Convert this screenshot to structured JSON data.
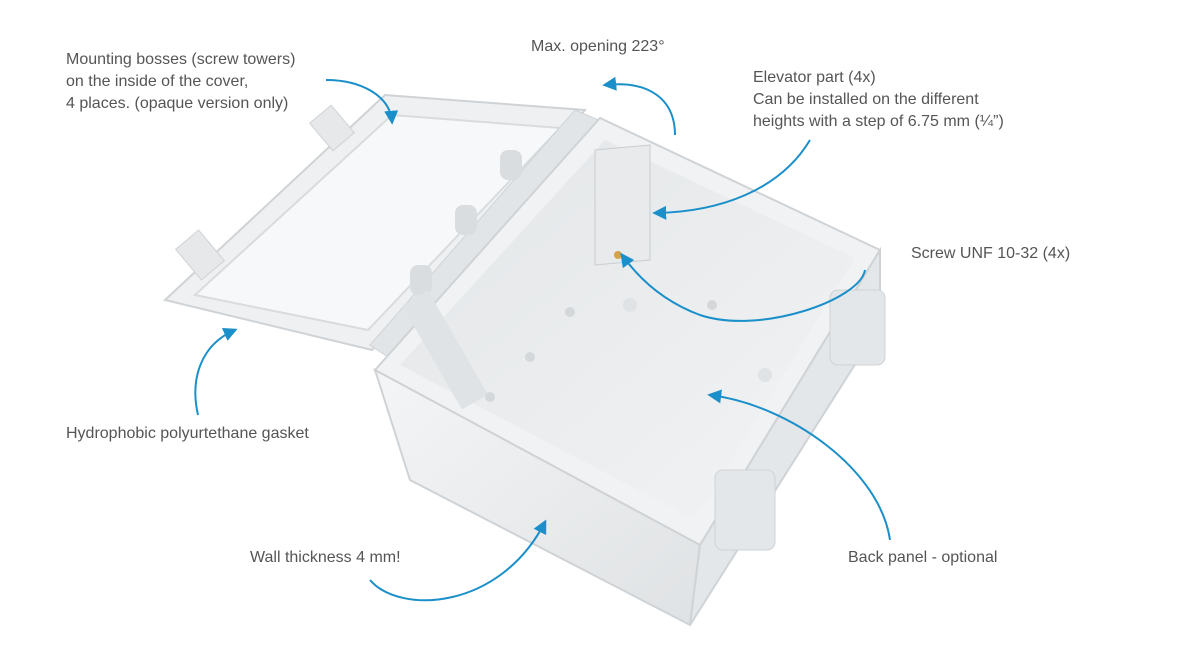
{
  "colors": {
    "arrow": "#1a8fc9",
    "text": "#555555",
    "enclosure": "#e9ebec"
  },
  "annotations": {
    "mounting_bosses": [
      "Mounting bosses (screw towers)",
      "on the inside of the cover,",
      "4 places. (opaque version only)"
    ],
    "max_opening": "Max. opening 223°",
    "elevator_part": [
      "Elevator part (4x)",
      "Can be installed on the different",
      "heights with a step of 6.75 mm (¼”)"
    ],
    "screw": "Screw UNF 10-32 (4x)",
    "gasket": "Hydrophobic polyurtethane gasket",
    "wall_thickness": "Wall thickness 4 mm!",
    "back_panel": "Back panel - optional"
  }
}
